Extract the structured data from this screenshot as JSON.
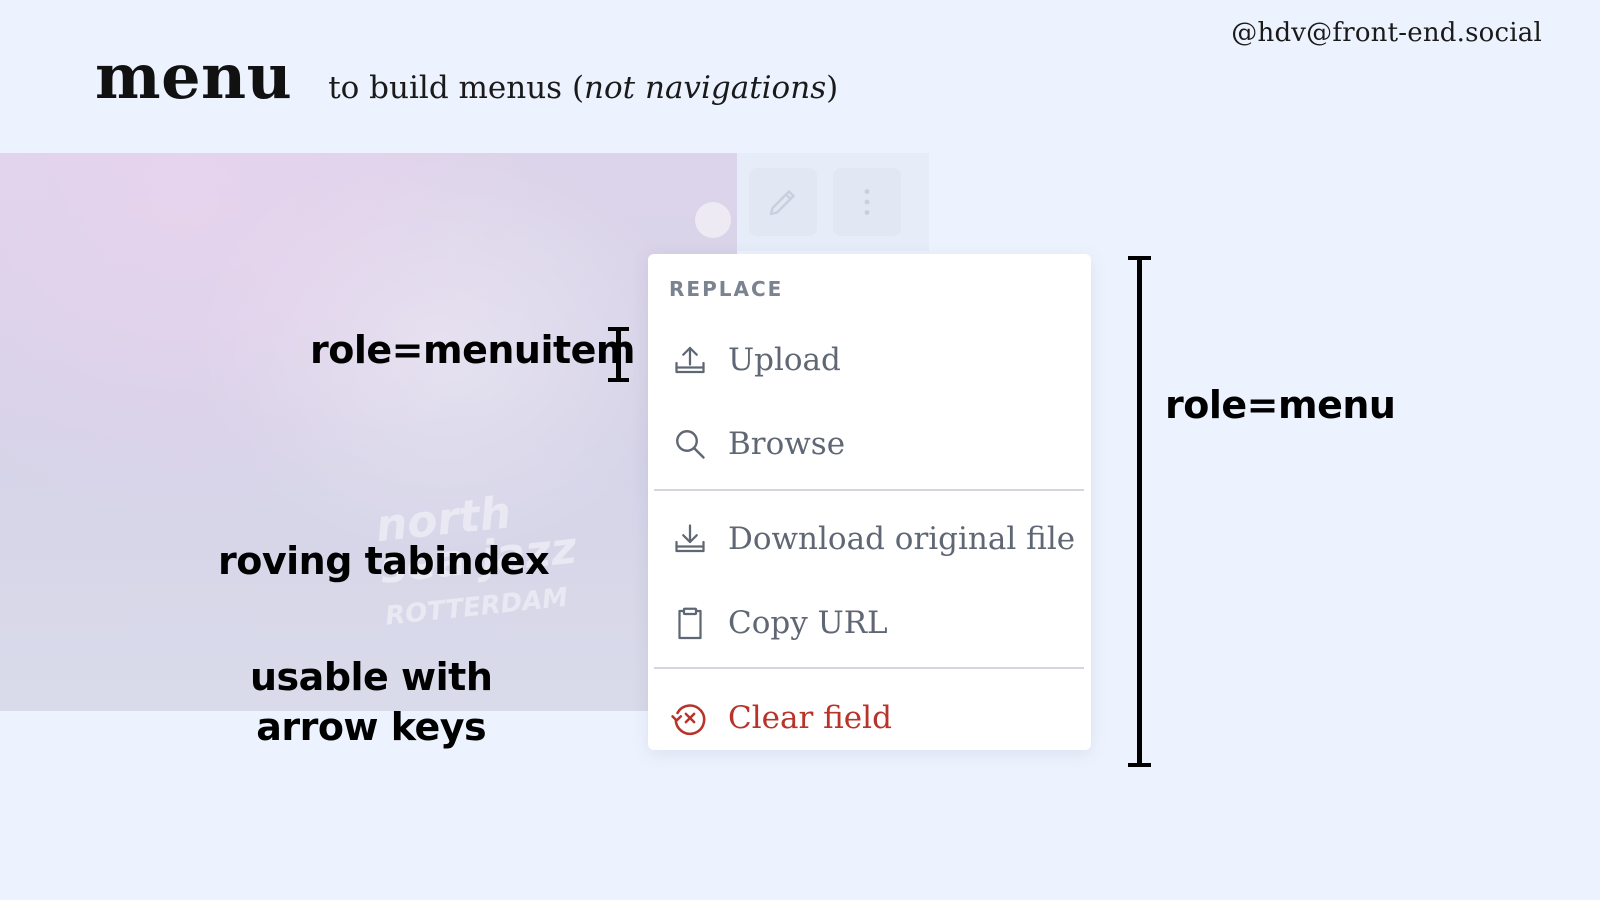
{
  "slide": {
    "handle": "@hdv@front-end.social",
    "title": "menu",
    "subtitle_prefix": "to build menus (",
    "subtitle_italic": "not navigations",
    "subtitle_suffix": ")"
  },
  "menu": {
    "heading": "REPLACE",
    "items": [
      {
        "label": "Upload",
        "icon": "upload-icon"
      },
      {
        "label": "Browse",
        "icon": "search-icon"
      },
      {
        "label": "Download original file",
        "icon": "download-icon"
      },
      {
        "label": "Copy URL",
        "icon": "clipboard-icon"
      },
      {
        "label": "Clear field",
        "icon": "clear-icon",
        "color": "#b8332a"
      }
    ]
  },
  "annotations": {
    "menuitem": "role=menuitem",
    "menu": "role=menu",
    "roving": "roving tabindex",
    "usable_line1": "usable with",
    "usable_line2": "arrow keys"
  },
  "background_text": {
    "line1": "north",
    "line2": "sea jazz",
    "line3": "ROTTERDAM"
  }
}
